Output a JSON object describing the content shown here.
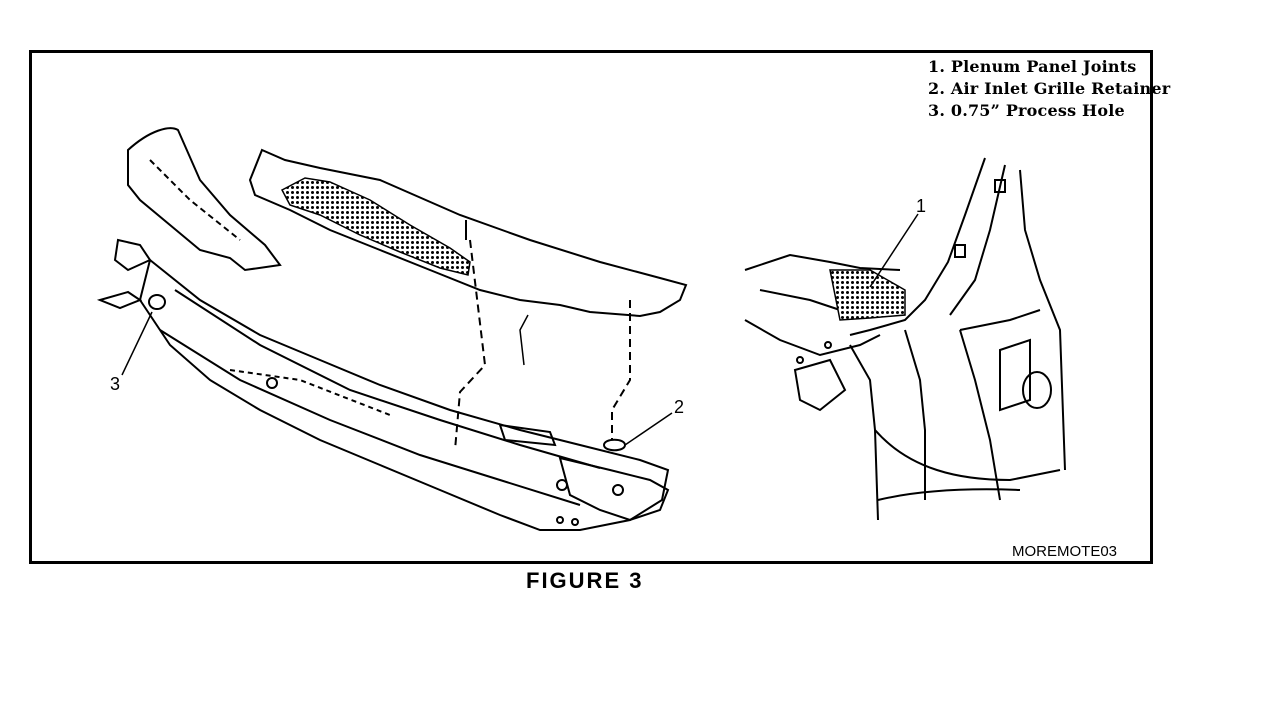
{
  "legend": {
    "items": [
      "1. Plenum Panel Joints",
      "2. Air Inlet Grille Retainer",
      "3. 0.75” Process Hole"
    ]
  },
  "callouts": {
    "one": "1",
    "two": "2",
    "three": "3"
  },
  "figure_code": "MOREMOTE03",
  "caption": "FIGURE 3"
}
